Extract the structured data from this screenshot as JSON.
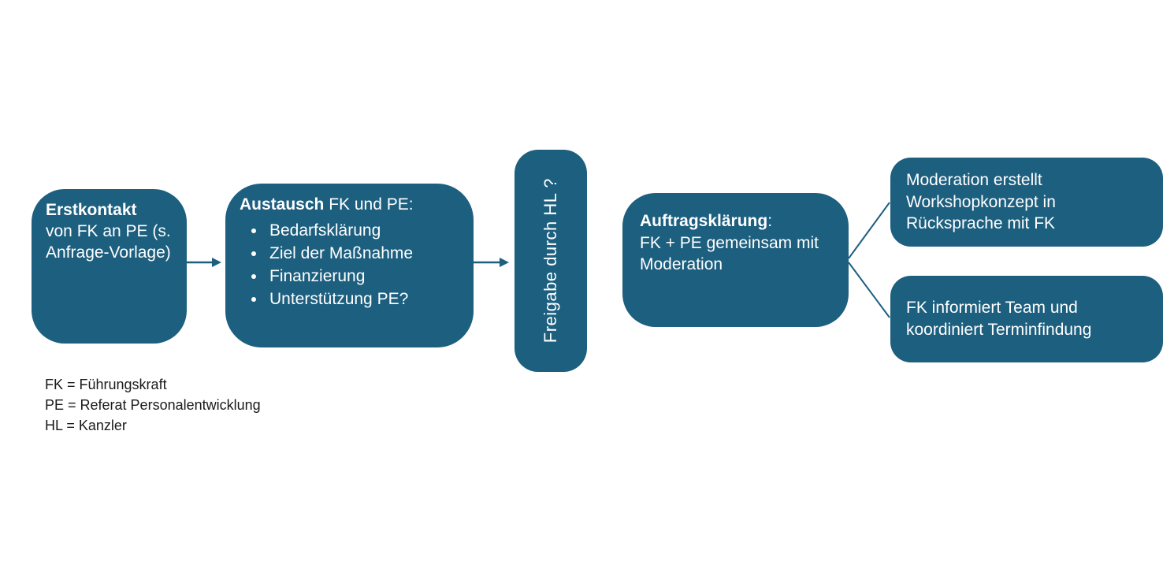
{
  "colors": {
    "box_fill": "#1d5f7f",
    "box_text": "#ffffff",
    "legend_text": "#1a1a1a",
    "connector": "#1d5f7f"
  },
  "flow": {
    "step1": {
      "title": "Erstkontakt",
      "body": "von FK an PE (s. Anfrage-Vorlage)"
    },
    "step2": {
      "title": "Austausch",
      "subtitle": " FK und PE:",
      "bullets": [
        "Bedarfsklärung",
        "Ziel der Maßnahme",
        "Finanzierung",
        "Unterstützung PE?"
      ]
    },
    "gate": {
      "label": "Freigabe durch HL ?"
    },
    "step3": {
      "title": "Auftragsklärung",
      "colon": ":",
      "body": "FK + PE gemeinsam mit Moderation"
    },
    "outcome1": {
      "text": "Moderation erstellt Workshopkonzept in Rücksprache mit FK"
    },
    "outcome2": {
      "text": "FK informiert Team und koordiniert Terminfindung"
    }
  },
  "legend": {
    "line1": "FK = Führungskraft",
    "line2": "PE = Referat Personalentwicklung",
    "line3": "HL = Kanzler"
  }
}
